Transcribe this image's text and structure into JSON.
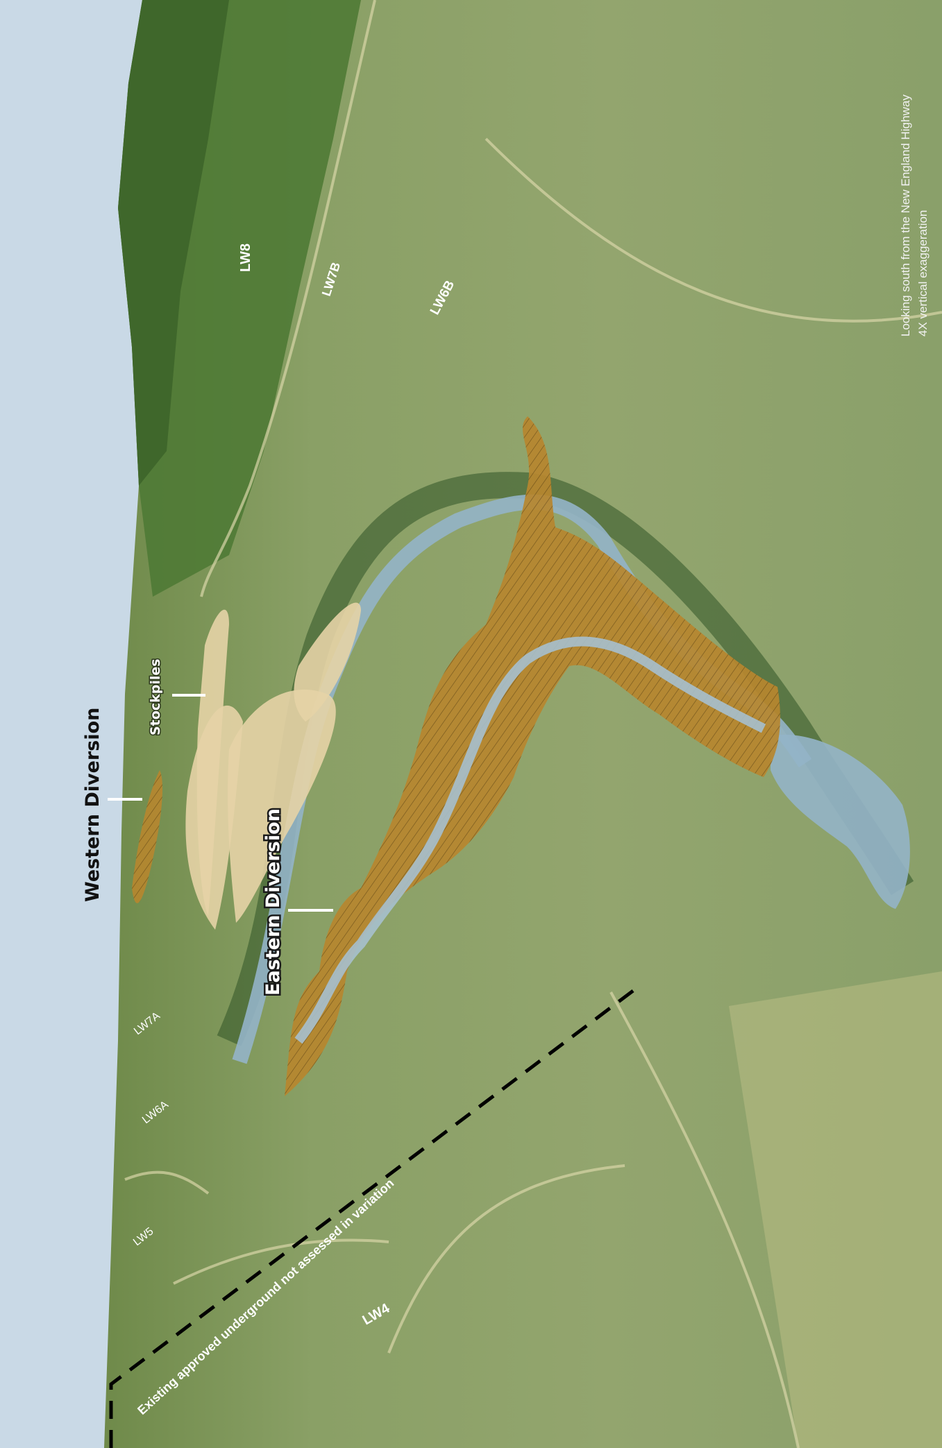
{
  "labels": {
    "western_diversion": "Western Diversion",
    "eastern_diversion": "Eastern Diversion",
    "stockpiles": "Stockpiles",
    "lw8": "LW8",
    "lw7b": "LW7B",
    "lw6b": "LW6B",
    "lw7a": "LW7A",
    "lw6a": "LW6A",
    "lw5": "LW5",
    "lw4": "LW4",
    "existing_boundary": "Existing approved underground not assessed in variation"
  },
  "notes": {
    "view_direction": "Looking south from the New England Highway",
    "exaggeration": "4X vertical exaggeration"
  },
  "colors": {
    "sky": "#c9d9e6",
    "grass": "#8ea36a",
    "ridge": "#4f7a35",
    "river": "#93b4c8",
    "diversion": "#b7862e",
    "stockpile": "#e5d3a6"
  }
}
